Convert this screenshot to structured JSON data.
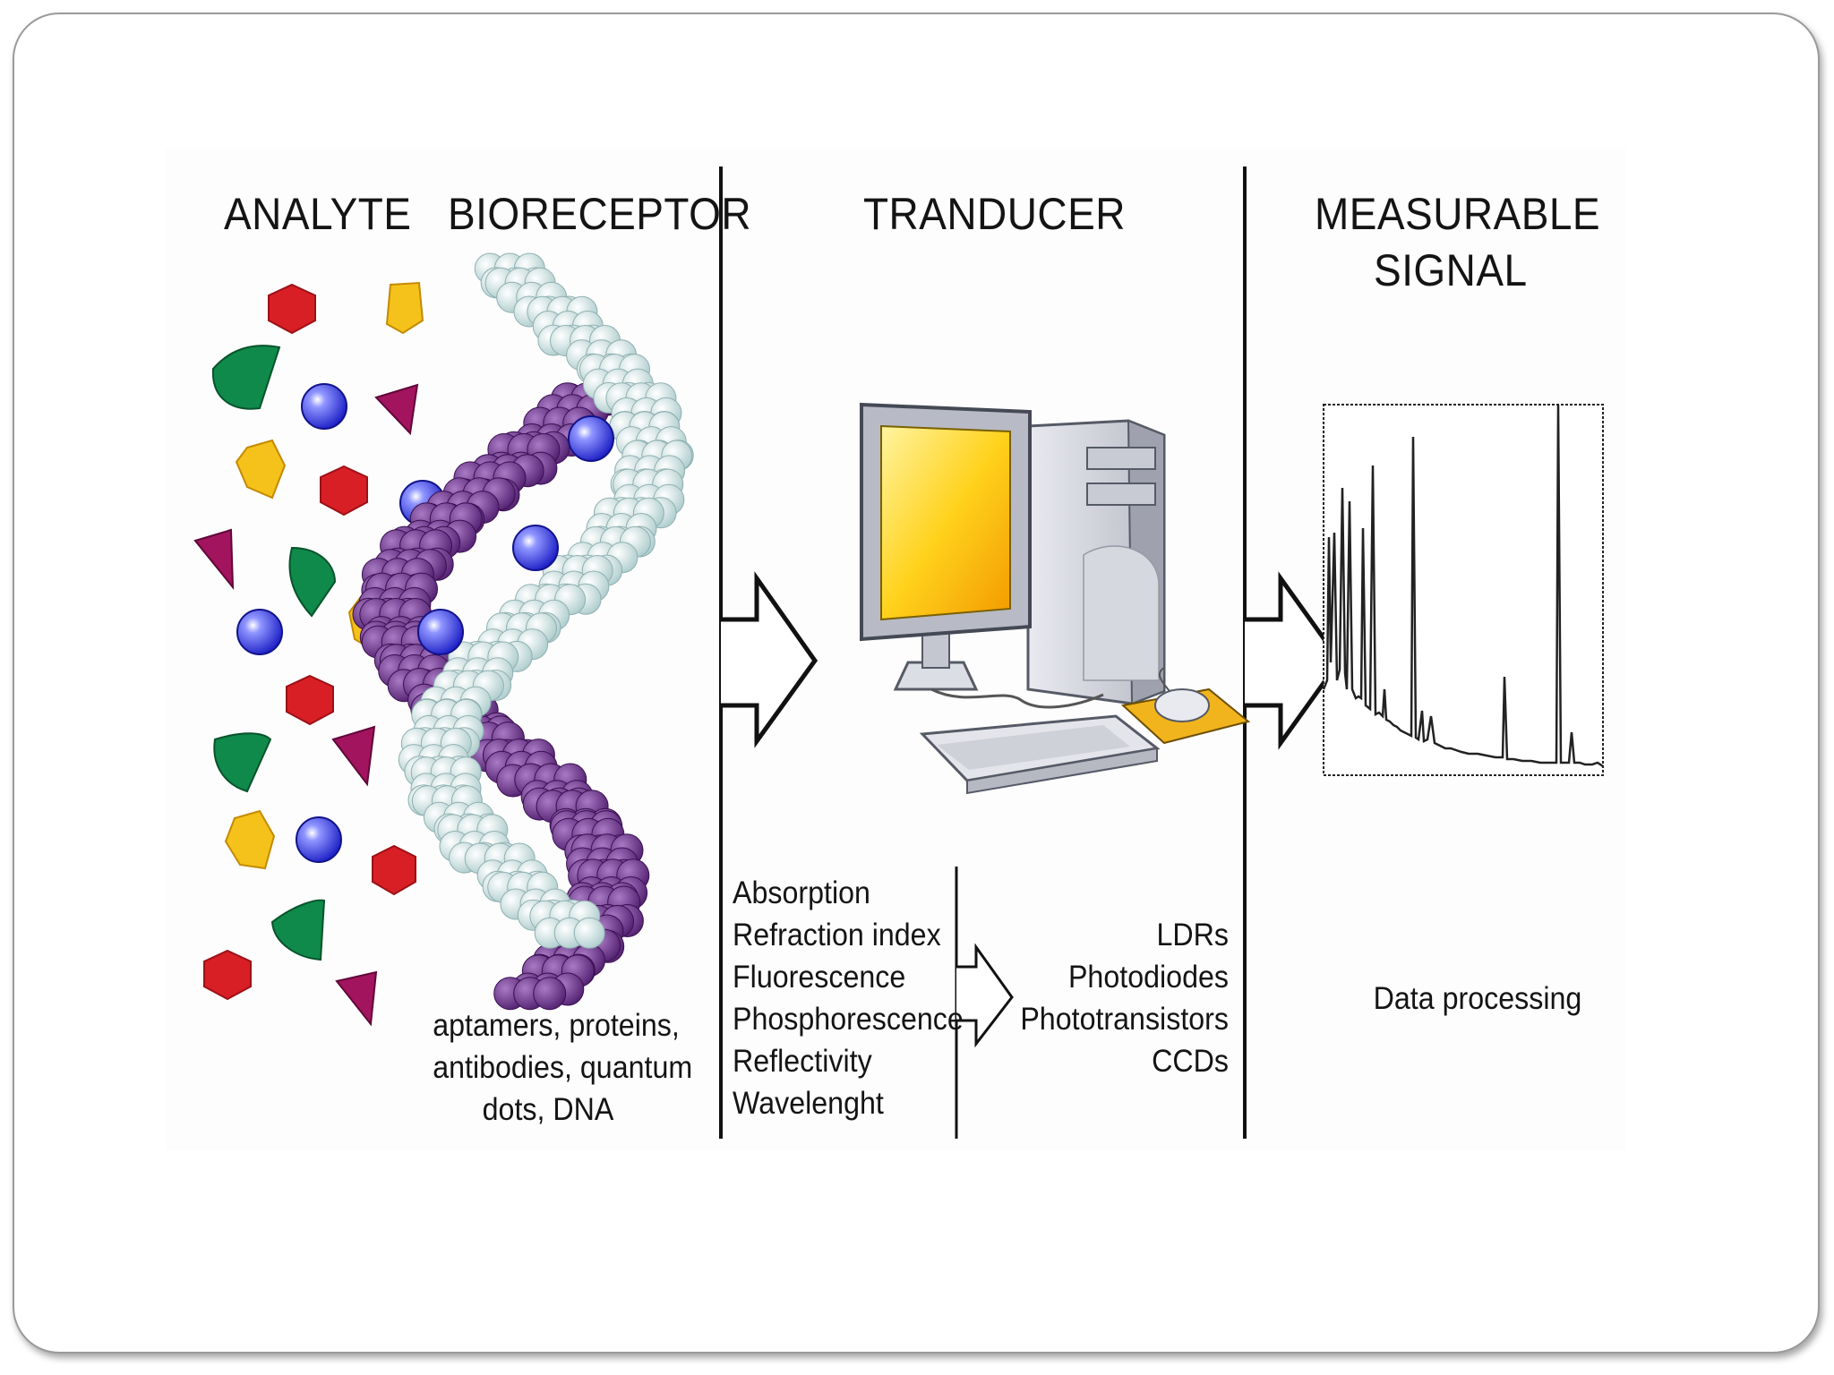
{
  "headings": {
    "analyte": "ANALYTE",
    "bioreceptor": "BIORECEPTOR",
    "transducer": "TRANDUCER",
    "signal_line1": "MEASURABLE",
    "signal_line2": "SIGNAL"
  },
  "bioreceptor_examples": [
    "aptamers, proteins,",
    "antibodies, quantum",
    "dots, DNA"
  ],
  "optical_properties": [
    "Absorption",
    "Refraction index",
    "Fluorescence",
    "Phosphorescence",
    "Reflectivity",
    "Wavelenght"
  ],
  "detectors": [
    "LDRs",
    "Photodiodes",
    "Phototransistors",
    "CCDs"
  ],
  "signal_label": "Data processing",
  "colors": {
    "analyte_red": "#d81f26",
    "analyte_yellow": "#f4c21a",
    "analyte_green": "#0f8a4a",
    "analyte_magenta": "#a3145e",
    "analyte_blue": "#2b2fd6",
    "dna_light": "#d9eeee",
    "dna_purple": "#6b2f8f",
    "monitor_screen": "#f8b400",
    "mousepad": "#f2b41c"
  },
  "icons": [
    "computer-icon",
    "monitor-icon",
    "keyboard-icon",
    "mouse-icon",
    "dna-helix-icon",
    "arrow-right-icon",
    "spectrum-chart-icon"
  ]
}
